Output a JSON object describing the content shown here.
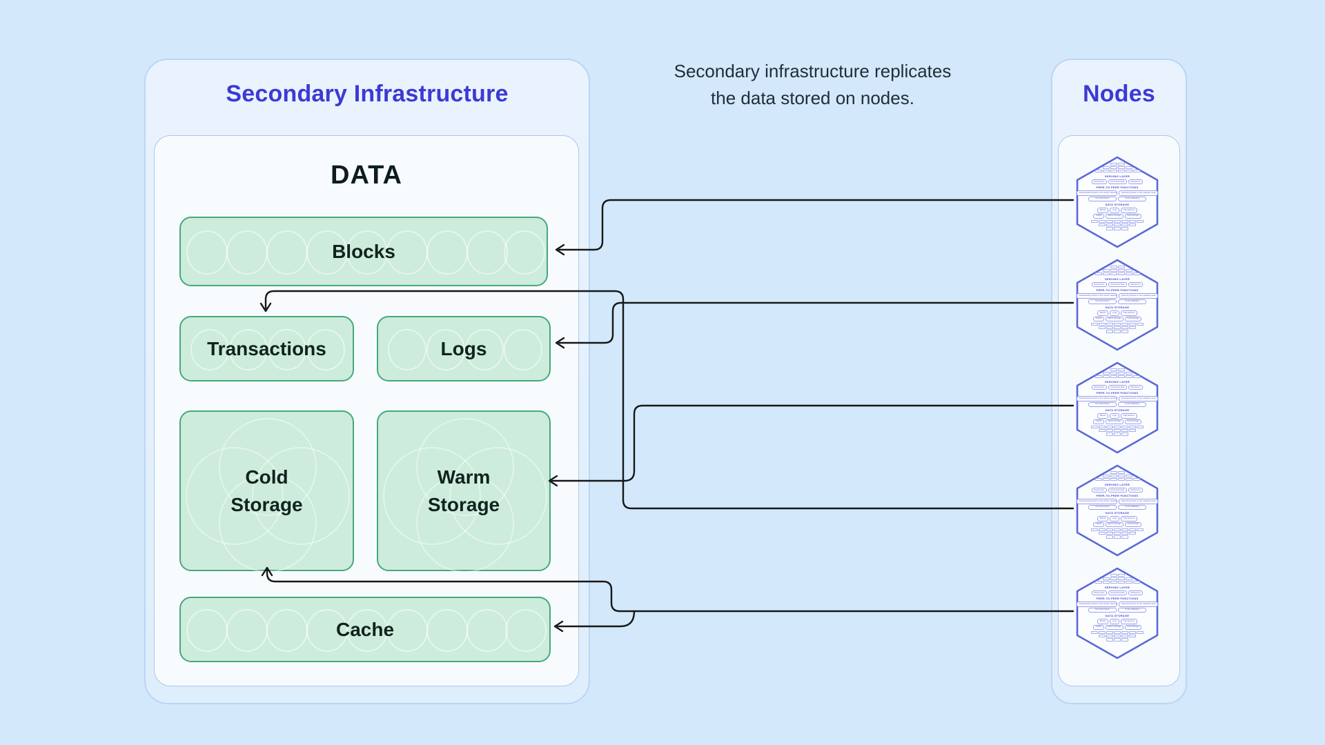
{
  "colors": {
    "page_background": "#d3e8fa",
    "panel_fill": "#e4f0fc",
    "panel_border": "#b9d6f3",
    "inner_panel_fill": "#f8fbfe",
    "title_indigo": "#3c3ad4",
    "box_fill": "#cdecdb",
    "box_border": "#45a87c",
    "arrow": "#161616",
    "hex_stroke": "#5a68d8"
  },
  "left_panel": {
    "title": "Secondary Infrastructure",
    "data_group_title": "DATA",
    "boxes": {
      "blocks": "Blocks",
      "transactions": "Transactions",
      "logs": "Logs",
      "cold_line1": "Cold",
      "cold_line2": "Storage",
      "warm_line1": "Warm",
      "warm_line2": "Storage",
      "cache": "Cache"
    }
  },
  "annotation": {
    "line1": "Secondary infrastructure replicates",
    "line2": "the data stored on nodes."
  },
  "right_panel": {
    "title": "Nodes",
    "node_count": 5,
    "node": {
      "serving_title": "SERVING LAYER",
      "serving_pills": [
        "Responses",
        "Download data",
        "Webserver"
      ],
      "p2p_title": "PEER-TO-PEER FUNCTIONS",
      "p2p_wide_pills": [
        "Downloading blocks to the whole network",
        "Querying blocks on the updated node"
      ],
      "p2p_pills": [
        "Permissionless",
        "Fund validating"
      ],
      "storage_title": "DATA STORAGE",
      "storage_pills": [
        "Blocks",
        "Logs",
        "Transactions",
        "Cache",
        "Warm storage",
        "Cold storage"
      ]
    }
  }
}
